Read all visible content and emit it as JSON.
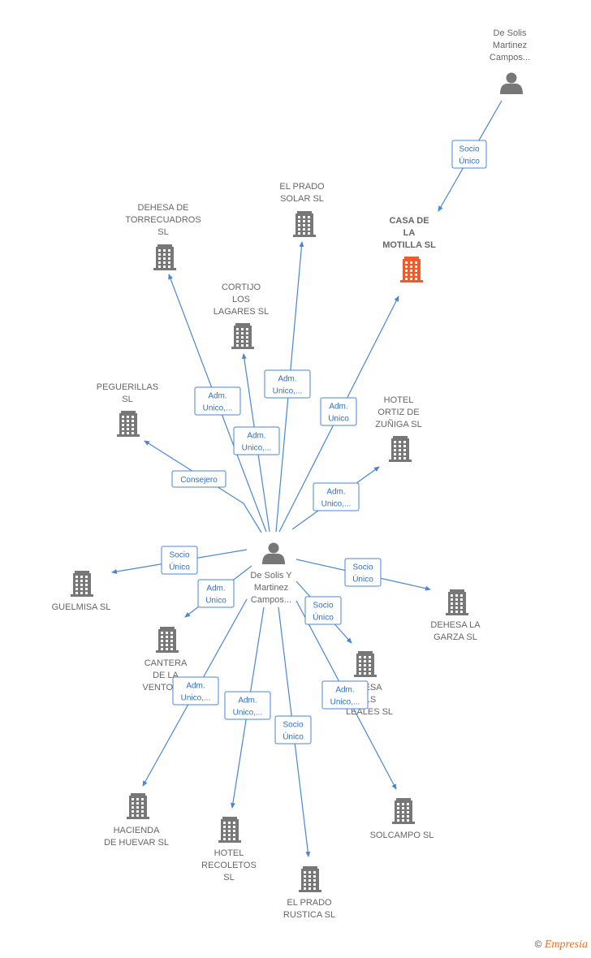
{
  "colors": {
    "edge": "#4a86d4",
    "building": "#777777",
    "building_highlight": "#ee5b2c",
    "person": "#777777"
  },
  "nodes": [
    {
      "id": "center",
      "type": "person",
      "lines": [
        "De Solis Y",
        "Martinez",
        "Campos..."
      ]
    },
    {
      "id": "topperson",
      "type": "person",
      "lines": [
        "De Solis",
        "Martinez",
        "Campos..."
      ]
    },
    {
      "id": "casa",
      "type": "company-highlight",
      "lines": [
        "CASA DE",
        "LA",
        "MOTILLA  SL"
      ]
    },
    {
      "id": "pradosolar",
      "type": "company",
      "lines": [
        "EL PRADO",
        "SOLAR  SL"
      ]
    },
    {
      "id": "torrecuadros",
      "type": "company",
      "lines": [
        "DEHESA DE",
        "TORRECUADROS",
        "SL"
      ]
    },
    {
      "id": "cortijo",
      "type": "company",
      "lines": [
        "CORTIJO",
        "LOS",
        "LAGARES  SL"
      ]
    },
    {
      "id": "peguerillas",
      "type": "company",
      "lines": [
        "PEGUERILLAS",
        "SL"
      ]
    },
    {
      "id": "hotelortiz",
      "type": "company",
      "lines": [
        "HOTEL",
        "ORTIZ DE",
        "ZUÑIGA  SL"
      ]
    },
    {
      "id": "guelmisa",
      "type": "company",
      "lines": [
        "GUELMISA SL"
      ]
    },
    {
      "id": "garza",
      "type": "company",
      "lines": [
        "DEHESA LA",
        "GARZA  SL"
      ]
    },
    {
      "id": "ventosilla",
      "type": "company",
      "lines": [
        "CANTERA",
        "DE LA",
        "VENTOSI..."
      ]
    },
    {
      "id": "leales",
      "type": "company",
      "lines": [
        "...ESA",
        "...S",
        "LEALES  SL"
      ]
    },
    {
      "id": "huevar",
      "type": "company",
      "lines": [
        "HACIENDA",
        "DE HUEVAR  SL"
      ]
    },
    {
      "id": "recoletos",
      "type": "company",
      "lines": [
        "HOTEL",
        "RECOLETOS",
        "SL"
      ]
    },
    {
      "id": "rustica",
      "type": "company",
      "lines": [
        "EL PRADO",
        "RUSTICA  SL"
      ]
    },
    {
      "id": "solcampo",
      "type": "company",
      "lines": [
        "SOLCAMPO SL"
      ]
    }
  ],
  "edges": [
    {
      "from": "topperson",
      "to": "casa",
      "label": [
        "Socio",
        "Único"
      ]
    },
    {
      "from": "center",
      "to": "torrecuadros",
      "label": [
        "Adm.",
        "Unico,..."
      ]
    },
    {
      "from": "center",
      "to": "pradosolar",
      "label": [
        "Adm.",
        "Unico,..."
      ]
    },
    {
      "from": "center",
      "to": "cortijo",
      "label": [
        "Adm.",
        "Unico,..."
      ]
    },
    {
      "from": "center",
      "to": "casa",
      "label": [
        "Adm.",
        "Unico"
      ]
    },
    {
      "from": "center",
      "to": "peguerillas",
      "label": [
        "Consejero"
      ]
    },
    {
      "from": "center",
      "to": "hotelortiz",
      "label": [
        "Adm.",
        "Unico,..."
      ]
    },
    {
      "from": "center",
      "to": "guelmisa",
      "label": [
        "Socio",
        "Único"
      ]
    },
    {
      "from": "center",
      "to": "ventosilla",
      "label": [
        "Adm.",
        "Unico"
      ]
    },
    {
      "from": "center",
      "to": "garza",
      "label": [
        "Socio",
        "Único"
      ]
    },
    {
      "from": "center",
      "to": "leales",
      "label": [
        "Socio",
        "Único"
      ]
    },
    {
      "from": "center",
      "to": "huevar",
      "label": [
        "Adm.",
        "Unico,..."
      ]
    },
    {
      "from": "center",
      "to": "recoletos",
      "label": [
        "Adm.",
        "Unico,..."
      ]
    },
    {
      "from": "center",
      "to": "rustica",
      "label": [
        "Socio",
        "Único"
      ]
    },
    {
      "from": "center",
      "to": "solcampo",
      "label": [
        "Adm.",
        "Unico,..."
      ]
    }
  ],
  "footer": {
    "copyright": "©",
    "brand": "Empresia"
  }
}
